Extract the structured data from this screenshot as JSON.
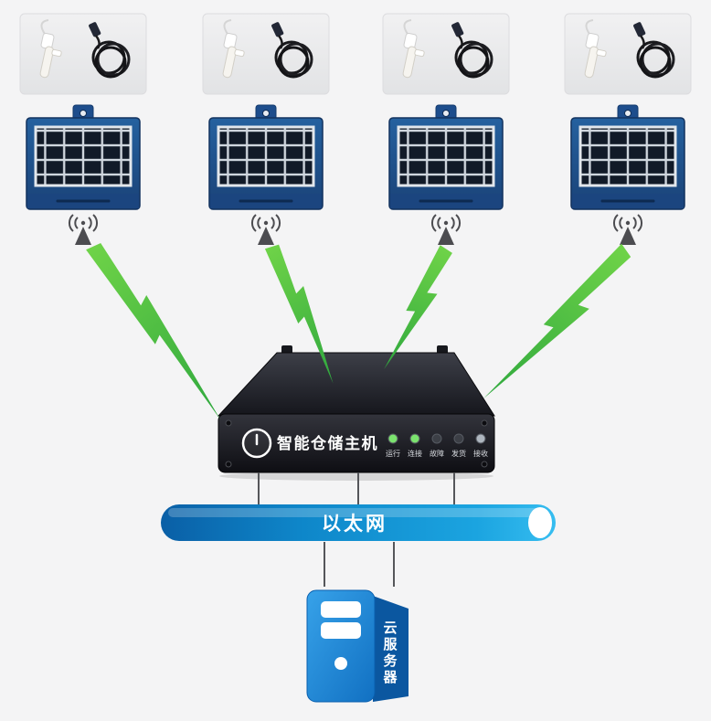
{
  "host": {
    "label": "智能仓储主机",
    "leds": [
      {
        "label": "运行",
        "color": "#7be36e"
      },
      {
        "label": "连接",
        "color": "#7be36e"
      },
      {
        "label": "故障",
        "color": "#3c3f46"
      },
      {
        "label": "发货",
        "color": "#3c3f46"
      },
      {
        "label": "接收",
        "color": "#aeb6bf"
      }
    ]
  },
  "ethernet": {
    "label": "以太网"
  },
  "server": {
    "label": "云服务器",
    "chars": [
      "云",
      "服",
      "务",
      "器"
    ]
  },
  "nodes": {
    "count": 4
  },
  "colors": {
    "bolt_green": "#47b83f",
    "device_blue": "#1c4b8e",
    "ethernet_blue": "#0e86c9",
    "server_blue": "#1b7fd0",
    "background": "#f4f4f5"
  }
}
